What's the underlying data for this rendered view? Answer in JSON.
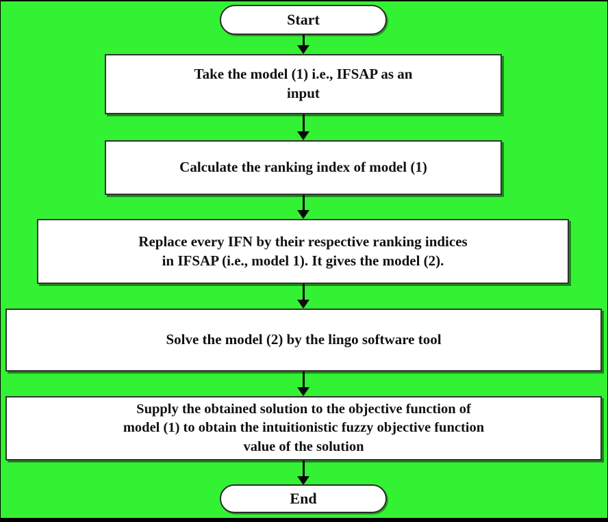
{
  "diagram": {
    "title": "IFSAP solution procedure flowchart",
    "background_color": "#33F233",
    "node_fill_color": "#FFFFFF",
    "node_border_color": "#333333",
    "text_color": "#111111",
    "arrow_color": "#0B0B0B"
  },
  "nodes": [
    {
      "id": "start",
      "type": "terminator",
      "label": "Start"
    },
    {
      "id": "step1",
      "type": "process",
      "label": "Take the model (1) i.e., IFSAP as an\ninput"
    },
    {
      "id": "step2",
      "type": "process",
      "label": "Calculate the ranking index of model (1)"
    },
    {
      "id": "step3",
      "type": "process",
      "label": "Replace every IFN by their respective ranking indices\nin IFSAP (i.e., model 1). It gives the model (2)."
    },
    {
      "id": "step4",
      "type": "process",
      "label": "Solve the model (2) by the lingo software tool"
    },
    {
      "id": "step5",
      "type": "process",
      "label": "Supply the obtained solution to the objective function of\nmodel (1) to obtain the intuitionistic fuzzy objective function\nvalue of the solution"
    },
    {
      "id": "end",
      "type": "terminator",
      "label": "End"
    }
  ],
  "connectors": [
    {
      "id": "c1",
      "from": "start",
      "to": "step1"
    },
    {
      "id": "c2",
      "from": "step1",
      "to": "step2"
    },
    {
      "id": "c3",
      "from": "step2",
      "to": "step3"
    },
    {
      "id": "c4",
      "from": "step3",
      "to": "step4"
    },
    {
      "id": "c5",
      "from": "step4",
      "to": "step5"
    },
    {
      "id": "c6",
      "from": "step5",
      "to": "end"
    }
  ]
}
